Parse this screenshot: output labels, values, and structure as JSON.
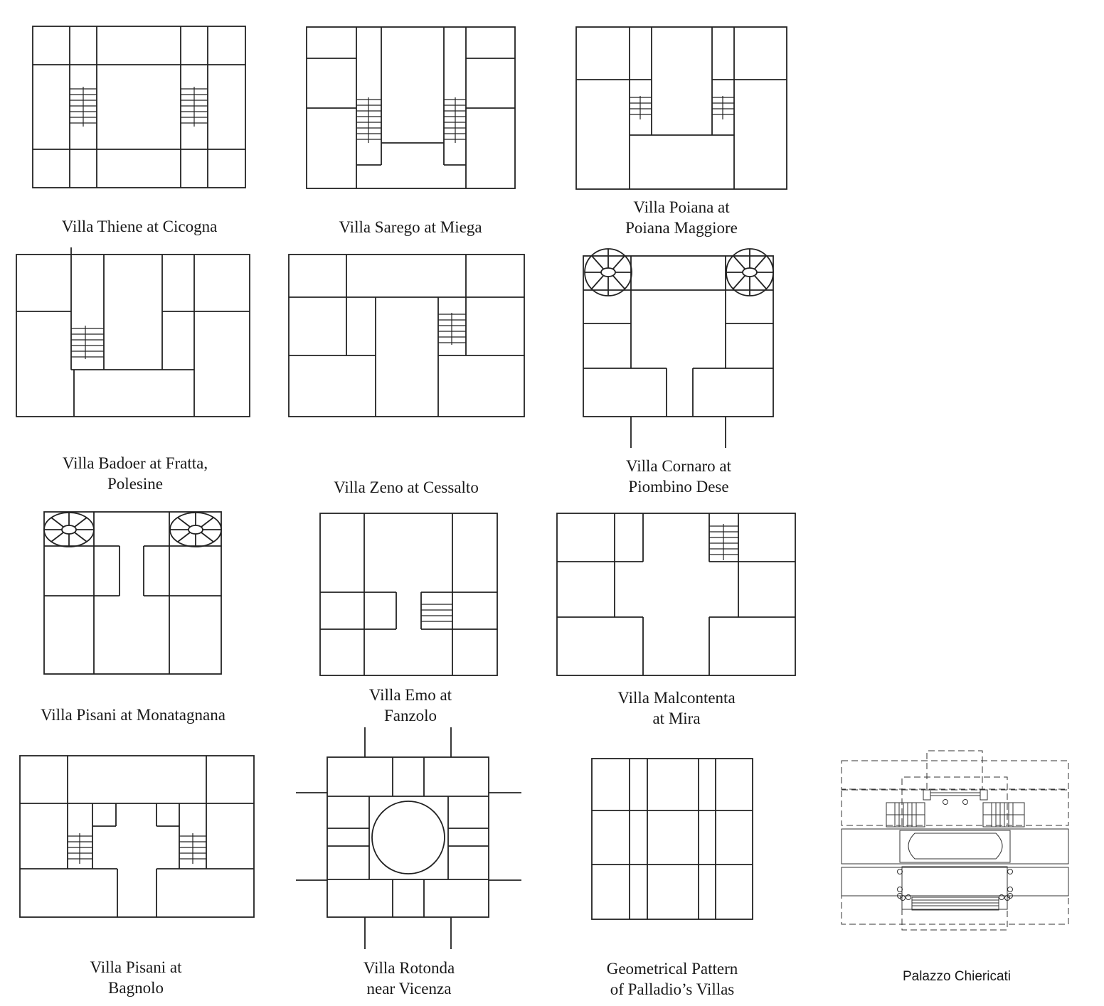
{
  "title": "Palladio's Villas – Floor Plan Comparison",
  "plans": [
    {
      "lines": [
        "Villa Thiene at Cicogna"
      ]
    },
    {
      "lines": [
        "Villa Sarego at Miega"
      ]
    },
    {
      "lines": [
        "Villa Poiana at",
        "Poiana Maggiore"
      ]
    },
    {
      "lines": [
        "Villa Badoer at Fratta,",
        "Polesine"
      ]
    },
    {
      "lines": [
        "Villa Zeno at Cessalto"
      ]
    },
    {
      "lines": [
        "Villa Cornaro at",
        "Piombino Dese"
      ]
    },
    {
      "lines": [
        "Villa Pisani at Monatagnana"
      ]
    },
    {
      "lines": [
        "Villa Emo at",
        "Fanzolo"
      ]
    },
    {
      "lines": [
        "Villa Malcontenta",
        "at Mira"
      ]
    },
    {
      "lines": [
        "Villa Pisani at",
        "Bagnolo"
      ]
    },
    {
      "lines": [
        "Villa Rotonda",
        "near Vicenza"
      ]
    },
    {
      "lines": [
        "Geometrical Pattern",
        "of Palladio’s Villas"
      ]
    },
    {
      "lines": [
        "Palazzo Chiericati"
      ]
    }
  ]
}
